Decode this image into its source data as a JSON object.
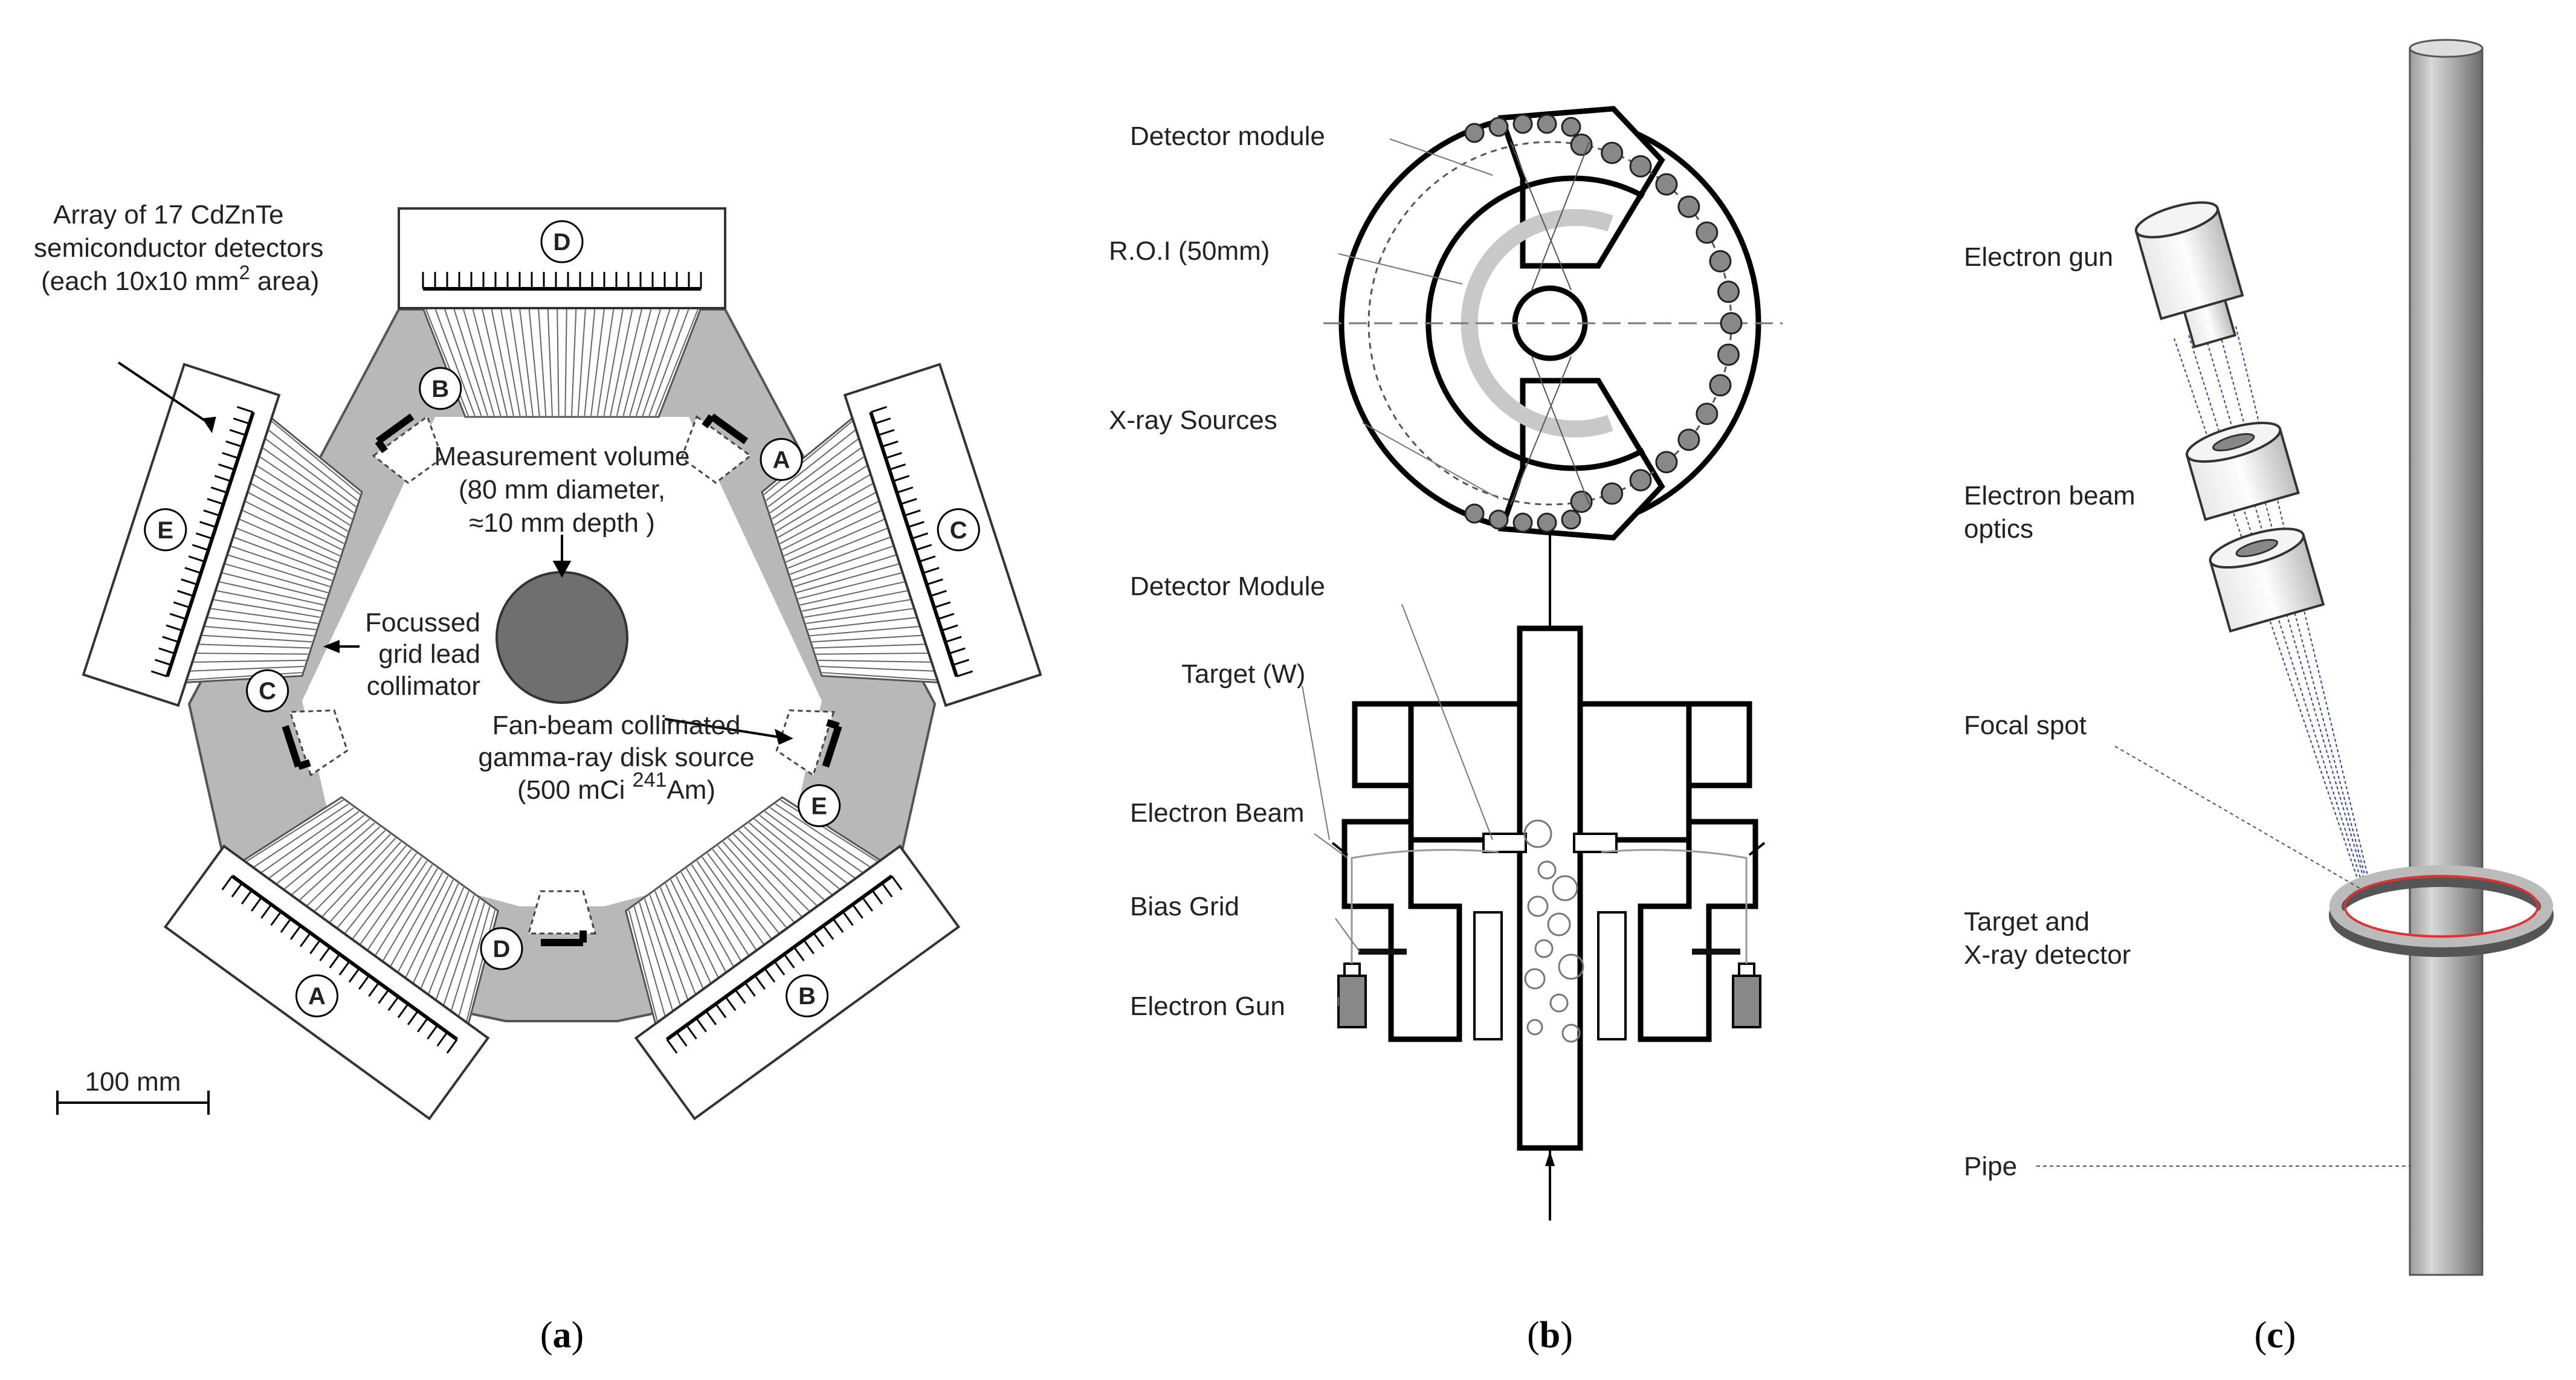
{
  "panel_a": {
    "caption": "(a)",
    "array_label": [
      "Array of 17 CdZnTe",
      "semiconductor detectors",
      "(each 10x10 mm",
      "2",
      " area)"
    ],
    "volume_label": [
      "Measurement volume",
      "(80 mm diameter,",
      "≈10 mm depth )"
    ],
    "collimator_label": [
      "Focussed",
      "grid lead",
      "collimator"
    ],
    "source_label": [
      "Fan-beam collimated",
      "gamma-ray disk source",
      "(500 mCi ",
      "241",
      "Am)"
    ],
    "scale_label": "100 mm",
    "module_letters": [
      "D",
      "C",
      "B",
      "A",
      "E"
    ],
    "source_letters": [
      "A",
      "E",
      "D",
      "C",
      "B"
    ]
  },
  "panel_b": {
    "caption": "(b)",
    "labels": [
      "Detector module",
      "R.O.I (50mm)",
      "X-ray Sources",
      "Detector Module",
      "Target (W)",
      "Electron Beam",
      "Bias Grid",
      "Electron Gun"
    ]
  },
  "panel_c": {
    "caption": "(c)",
    "labels": [
      [
        "Electron gun"
      ],
      [
        "Electron beam",
        "optics"
      ],
      [
        "Focal spot"
      ],
      [
        "Target and",
        "X-ray detector"
      ],
      [
        "Pipe"
      ]
    ]
  }
}
